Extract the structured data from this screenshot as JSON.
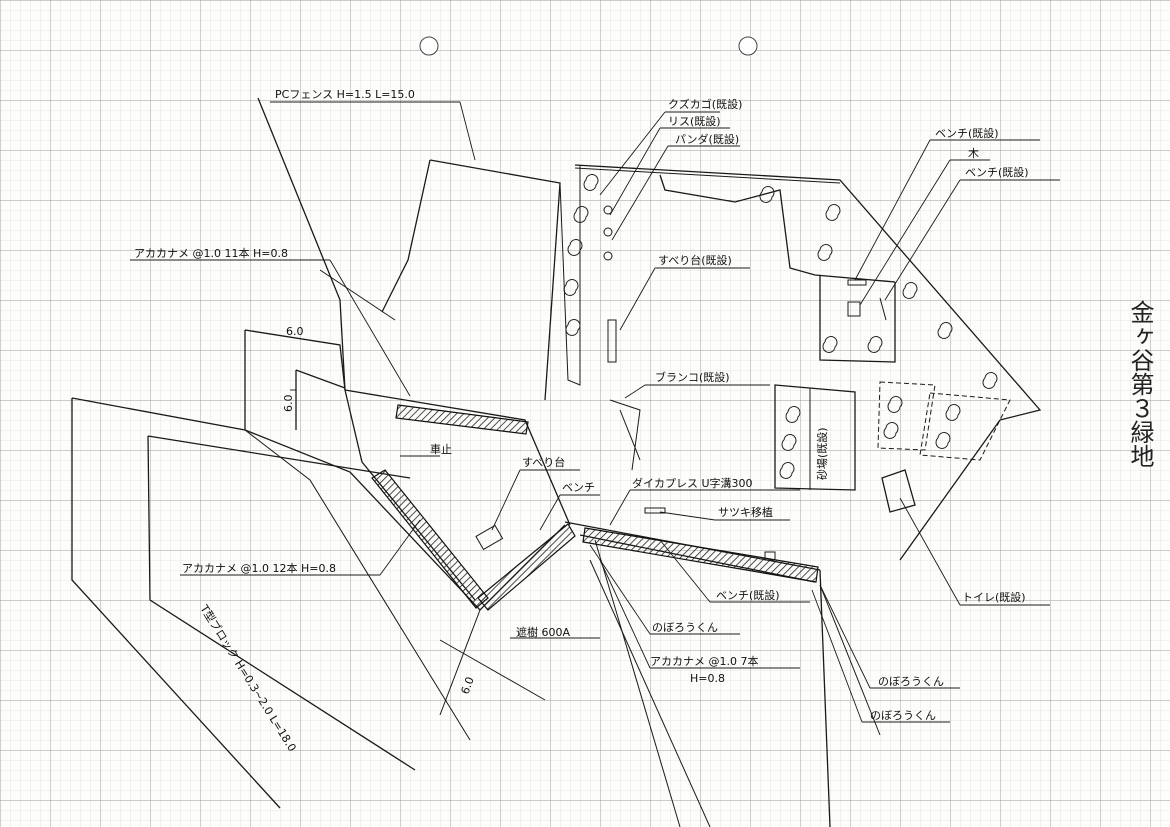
{
  "sheet": {
    "title": "金ヶ谷第３緑地",
    "grid_color": "#b9b9b9",
    "line_color": "#1a1a1a"
  },
  "labels": {
    "pc_fence": "PCフェンス H=1.5 L=15.0",
    "kuzukago": "クズカゴ(既設)",
    "risu": "リス(既設)",
    "panda": "パンダ(既設)",
    "bench_existing_top": "ベンチ(既設)",
    "tree": "木",
    "bench_existing_2": "ベンチ(既設)",
    "akakaname_11": "アカカナメ @1.0 11本 H=0.8",
    "suberidai_existing": "すべり台(既設)",
    "dim_6_0_top": "6.0",
    "dim_6_0_vertical": "6.0",
    "buranko": "ブランコ(既設)",
    "kurumadome": "車止",
    "suberidai": "すべり台",
    "bench": "ベンチ",
    "daikapuresu": "ダイカプレス U字溝300",
    "sunaba": "砂場(既設)",
    "satsuki": "サツキ移植",
    "akakaname_12": "アカカナメ @1.0 12本 H=0.8",
    "bench_existing_bottom": "ベンチ(既設)",
    "toilet": "トイレ(既設)",
    "t_block": "T型ブロック H=0.3~2.0 L=18.0",
    "shotoku": "遮樹 600A",
    "noborokun_1": "のぼろうくん",
    "akakaname_7": "アカカナメ @1.0 7本",
    "akakaname_7_h": "H=0.8",
    "noborokun_2": "のぼろうくん",
    "noborokun_3": "のぼろうくん",
    "dim_6_0_bottom": "6.0"
  }
}
